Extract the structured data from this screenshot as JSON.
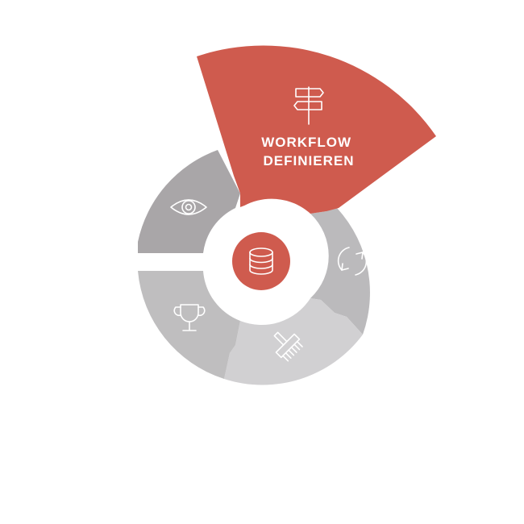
{
  "diagram": {
    "active_segment": {
      "label_line1": "WORKFLOW",
      "label_line2": "DEFINIEREN",
      "icon": "signpost-icon"
    },
    "segments": [
      {
        "id": "monitor",
        "icon": "eye-icon"
      },
      {
        "id": "iterate",
        "icon": "refresh-cycle-icon"
      },
      {
        "id": "cleanse",
        "icon": "brush-icon"
      },
      {
        "id": "reward",
        "icon": "trophy-icon"
      }
    ],
    "center_icon": "database-icon",
    "colors": {
      "accent": "#cf5b4e",
      "segment_monitor": "#a9a6a8",
      "segment_iterate": "#bbbabc",
      "segment_cleanse": "#d1d0d2",
      "segment_reward": "#bfbebf",
      "icon_stroke": "#ffffff",
      "background": "#ffffff"
    }
  }
}
